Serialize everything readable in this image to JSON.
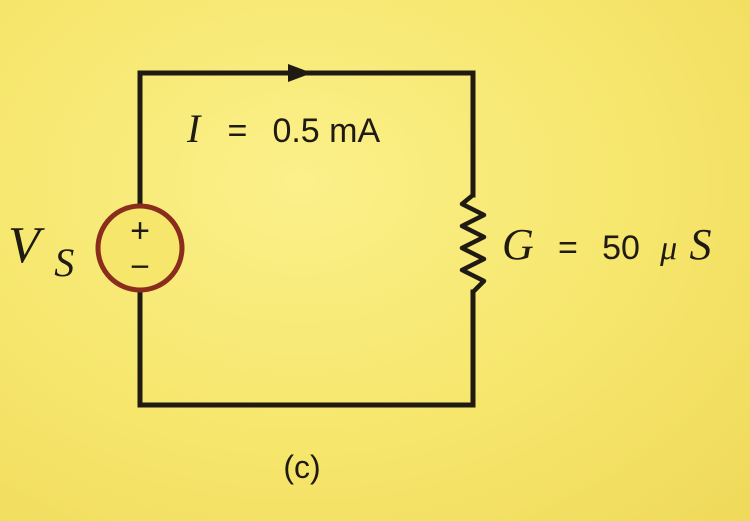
{
  "diagram": {
    "current_label": {
      "symbol": "I",
      "equals": "=",
      "value": "0.5 mA"
    },
    "conductance_label": {
      "symbol": "G",
      "equals": "=",
      "value_number": "50",
      "value_unit_prefix": "μ",
      "value_unit": "S"
    },
    "source_label": {
      "symbol": "V",
      "subscript": "S"
    },
    "source_plus": "+",
    "source_minus": "−",
    "caption": "(c)"
  },
  "colors": {
    "wire": "#1f1a12",
    "source_ring": "#8a2d1c",
    "background": "#f6e66c"
  },
  "icons": {
    "resistor": "zigzag-resistor-icon",
    "voltage_source": "voltage-source-icon",
    "current_direction": "arrow-right-icon"
  }
}
